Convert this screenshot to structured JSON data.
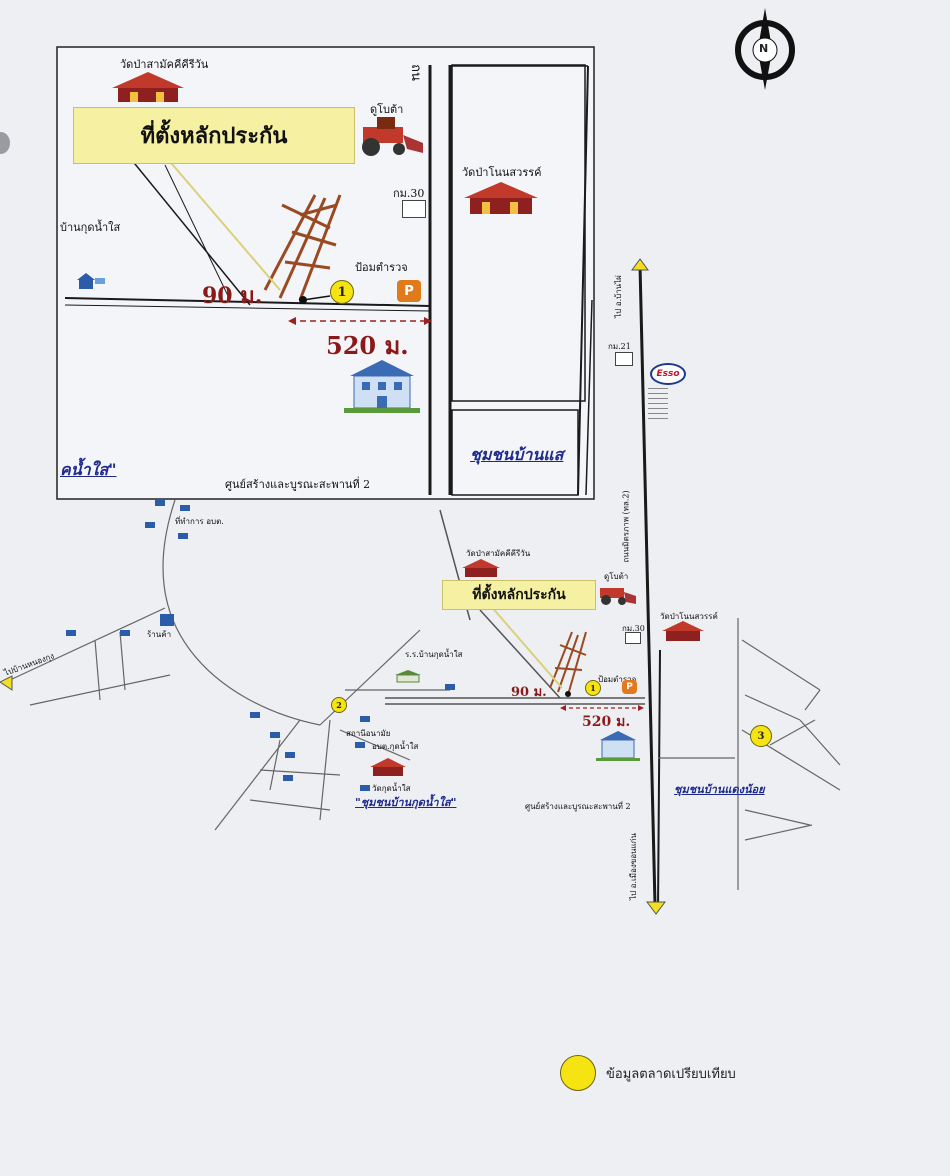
{
  "compass": {
    "letter": "N"
  },
  "inset": {
    "temple_name": "วัดป่าสามัคคีคีรีวัน",
    "road_fragment": "ถน",
    "callout": "ที่ตั้งหลักประกัน",
    "tractor_label": "ดูโบต้า",
    "km30": "กม.30",
    "temple2": "วัดป่าโนนสวรรค์",
    "village_left": "บ้านกุดน้ำใส",
    "police": "ป้อมตำรวจ",
    "dist_90": "90 ม.",
    "marker_1": "1",
    "parking": "P",
    "dist_520": "520 ม.",
    "community_left": "คน้ำใส\"",
    "community_right": "ชุมชนบ้านแส",
    "bridge_center": "ศูนย์สร้างและบูรณะสะพานที่ 2"
  },
  "main": {
    "highway_label": "ถนนมิตรภาพ (ทล.2)",
    "to_north": "ไป อ.บ้านไผ่",
    "to_south": "ไป อ.เมืองขอนแก่น",
    "km21": "กม.21",
    "esso": "Esso",
    "temple_small": "วัดป่าสามัคคีคีรีวัน",
    "callout": "ที่ตั้งหลักประกัน",
    "tractor_small": "ดูโบต้า",
    "temple2_small": "วัดป่าโนนสวรรค์",
    "km30_small": "กม.30",
    "police_small": "ป้อมตำรวจ",
    "dist_90": "90 ม.",
    "marker_1": "1",
    "parking": "P",
    "dist_520": "520 ม.",
    "community_east": "ชุมชนบ้านแดงน้อย",
    "bridge_center_small": "ศูนย์สร้างและบูรณะสะพานที่ 2",
    "school": "ร.ร.บ้านกุดน้ำใส",
    "marker_2": "2",
    "marker_3": "3",
    "community_south": "\"ชุมชนบ้านกุดน้ำใส\"",
    "temple_south": "วัดกุดน้ำใส",
    "clinic": "สถานีอนามัย",
    "health": "อบต.กุดน้ำใส",
    "office": "ที่ทำการ อบต.",
    "market": "ร้านค้า",
    "to_west": "ไปบ้านหนองกุง"
  },
  "legend": {
    "label": "ข้อมูลตลาดเปรียบเทียบ"
  },
  "colors": {
    "road": "#1a1a1a",
    "plot": "#9a4a22",
    "marker": "#f5e411",
    "callout": "#f6f0a2",
    "distance": "#8a1a1a",
    "community": "#1e2a8c"
  }
}
